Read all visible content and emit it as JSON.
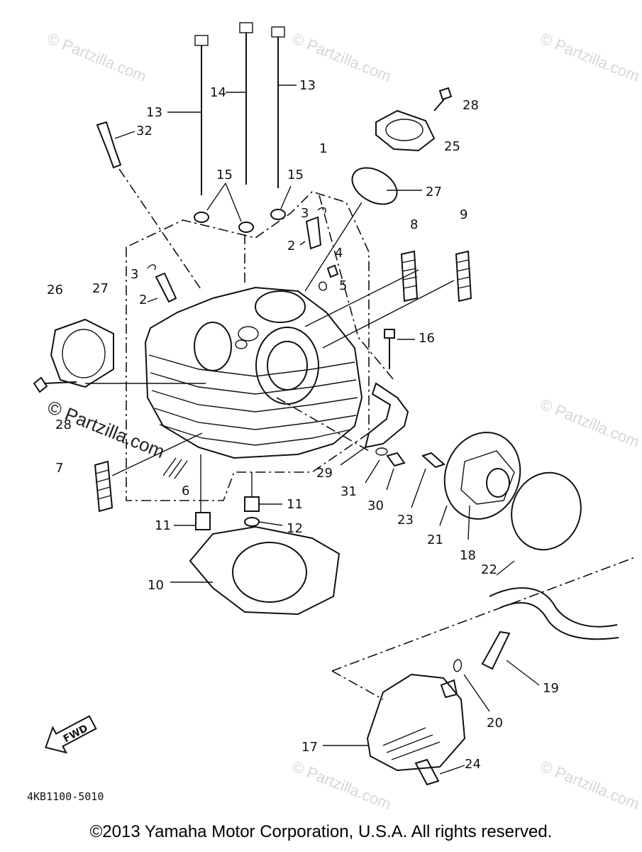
{
  "watermark": "© Partzilla.com",
  "diagram_code": "4KB1100-5010",
  "fwd_label": "FWD",
  "copyright": "©2013 Yamaha Motor Corporation, U.S.A. All rights reserved.",
  "callouts": [
    "1",
    "2",
    "2",
    "3",
    "3",
    "4",
    "5",
    "6",
    "7",
    "8",
    "9",
    "10",
    "11",
    "11",
    "12",
    "13",
    "13",
    "14",
    "15",
    "15",
    "16",
    "17",
    "18",
    "19",
    "20",
    "21",
    "22",
    "23",
    "24",
    "25",
    "26",
    "27",
    "27",
    "28",
    "28",
    "29",
    "30",
    "31",
    "32"
  ]
}
